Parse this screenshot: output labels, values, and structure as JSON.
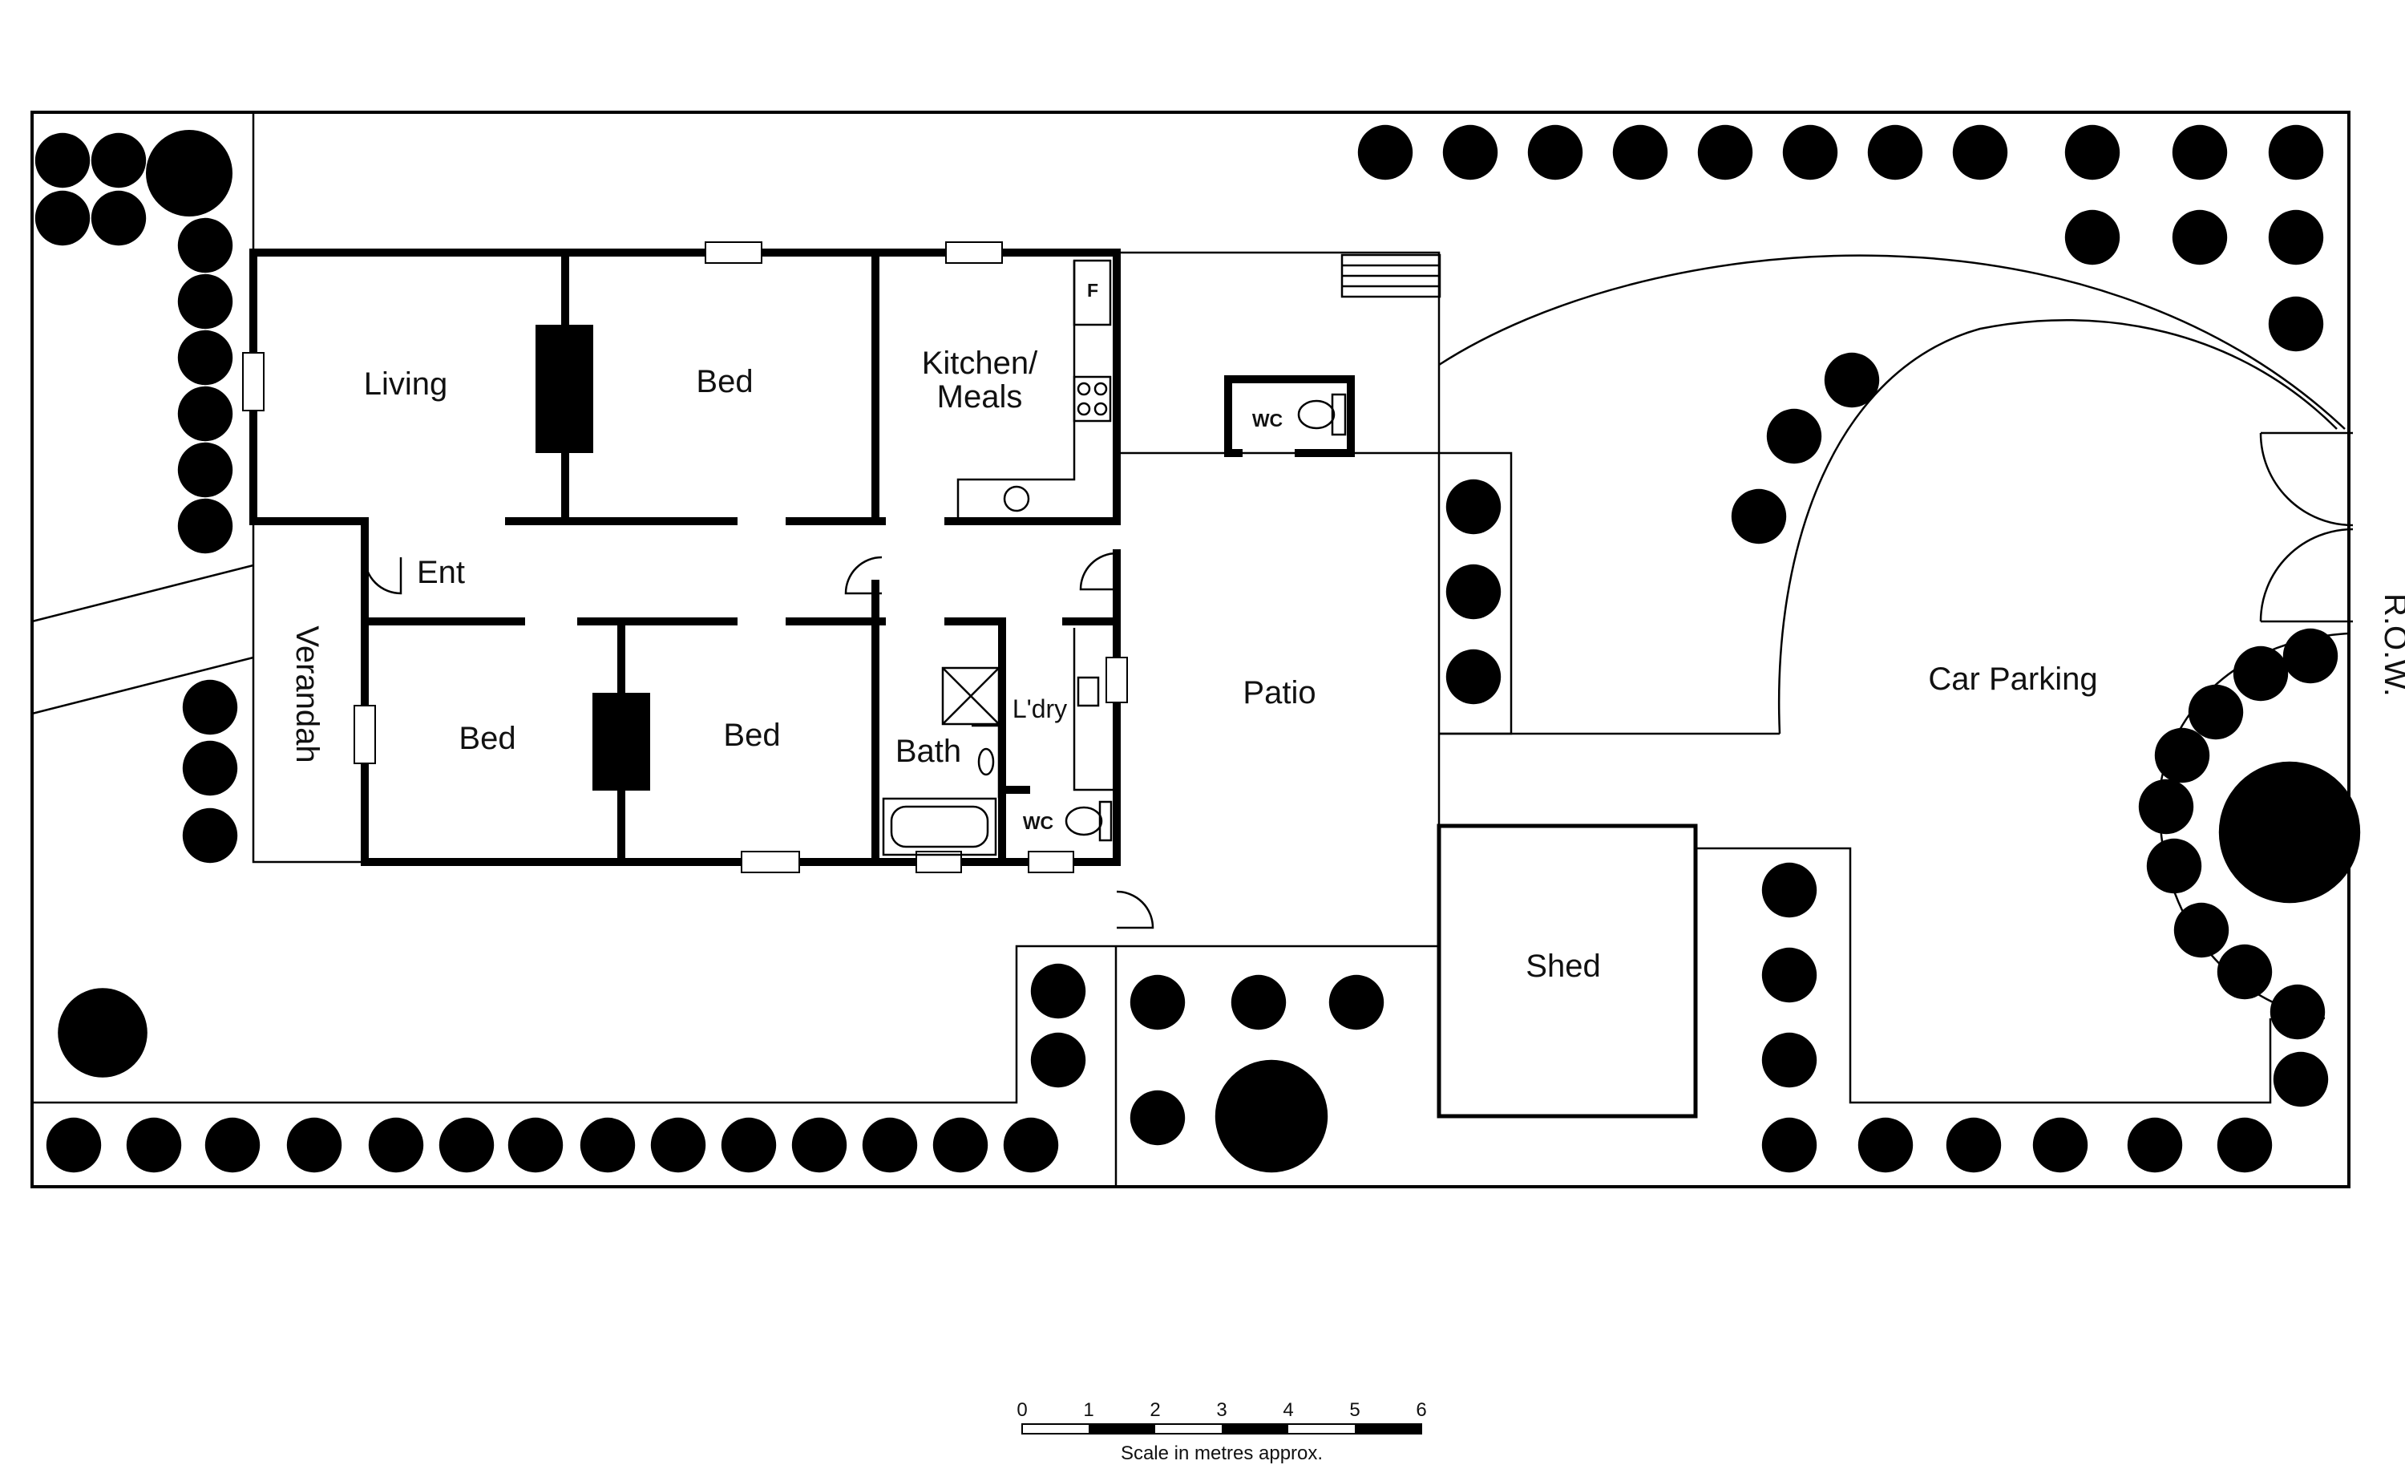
{
  "rooms": {
    "living": "Living",
    "bed_top": "Bed",
    "kitchen_line1": "Kitchen/",
    "kitchen_line2": "Meals",
    "entry": "Ent",
    "verandah": "Verandah",
    "bed_bottom_left": "Bed",
    "bed_bottom_right": "Bed",
    "bath": "Bath",
    "laundry": "L'dry",
    "wc_inside": "WC",
    "wc_outside": "WC",
    "fridge": "F",
    "patio": "Patio",
    "shed": "Shed",
    "car_parking": "Car Parking",
    "row": "R.O.W."
  },
  "scale_bar": {
    "ticks": [
      "0",
      "1",
      "2",
      "3",
      "4",
      "5",
      "6"
    ],
    "caption": "Scale in metres approx."
  }
}
